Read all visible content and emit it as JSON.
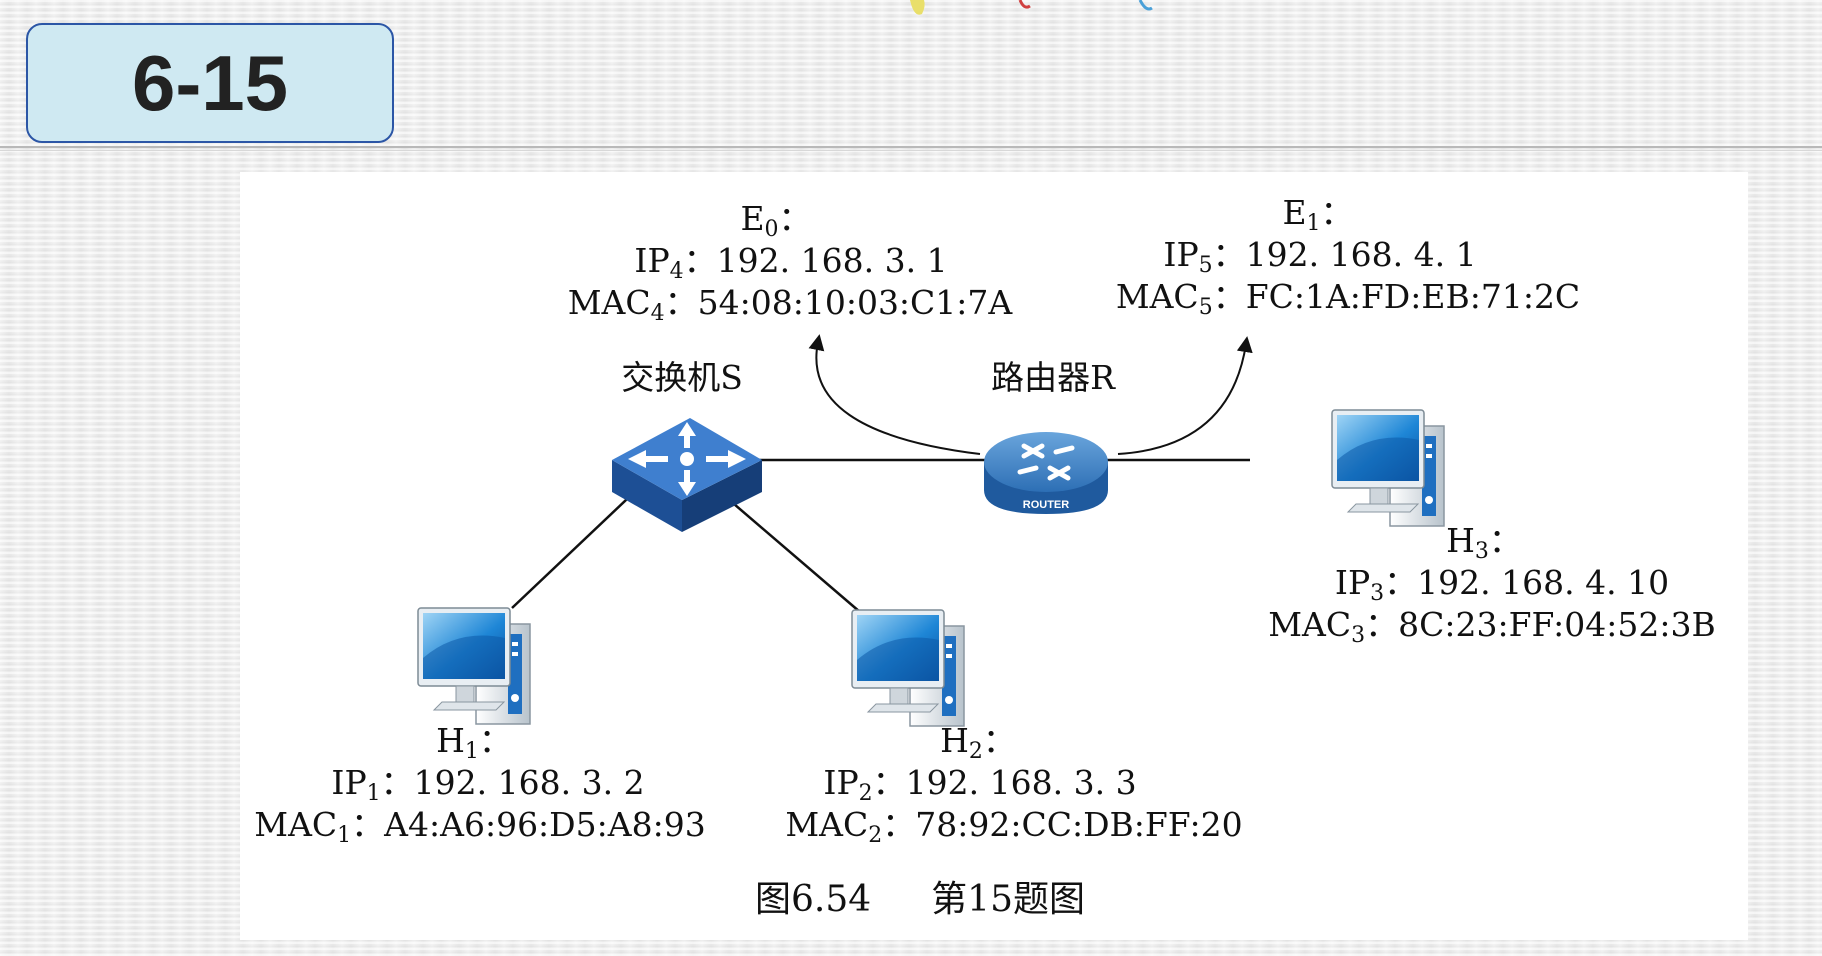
{
  "title": "6-15",
  "figure": {
    "caption_number": "图6.54",
    "caption_text": "第15题图"
  },
  "nodes": {
    "switch": {
      "label": "交换机S"
    },
    "router": {
      "label": "路由器R",
      "icon_text": "ROUTER"
    },
    "e0": {
      "name": "E",
      "sub": "0",
      "ip_prefix": "IP",
      "ip_sub": "4",
      "ip": "192. 168. 3. 1",
      "mac_prefix": "MAC",
      "mac_sub": "4",
      "mac": "54:08:10:03:C1:7A"
    },
    "e1": {
      "name": "E",
      "sub": "1",
      "ip_prefix": "IP",
      "ip_sub": "5",
      "ip": "192. 168. 4. 1",
      "mac_prefix": "MAC",
      "mac_sub": "5",
      "mac": "FC:1A:FD:EB:71:2C"
    },
    "h1": {
      "name": "H",
      "sub": "1",
      "ip_prefix": "IP",
      "ip_sub": "1",
      "ip": "192. 168. 3. 2",
      "mac_prefix": "MAC",
      "mac_sub": "1",
      "mac": "A4:A6:96:D5:A8:93"
    },
    "h2": {
      "name": "H",
      "sub": "2",
      "ip_prefix": "IP",
      "ip_sub": "2",
      "ip": "192. 168. 3. 3",
      "mac_prefix": "MAC",
      "mac_sub": "2",
      "mac": "78:92:CC:DB:FF:20"
    },
    "h3": {
      "name": "H",
      "sub": "3",
      "ip_prefix": "IP",
      "ip_sub": "3",
      "ip": "192. 168. 4. 10",
      "mac_prefix": "MAC",
      "mac_sub": "3",
      "mac": "8C:23:FF:04:52:3B"
    }
  },
  "colors": {
    "title_bg": "#cfe9f2",
    "title_border": "#2c56a6",
    "device_blue": "#1f6fc0"
  },
  "icons": [
    "switch-icon",
    "router-icon",
    "computer-icon"
  ]
}
